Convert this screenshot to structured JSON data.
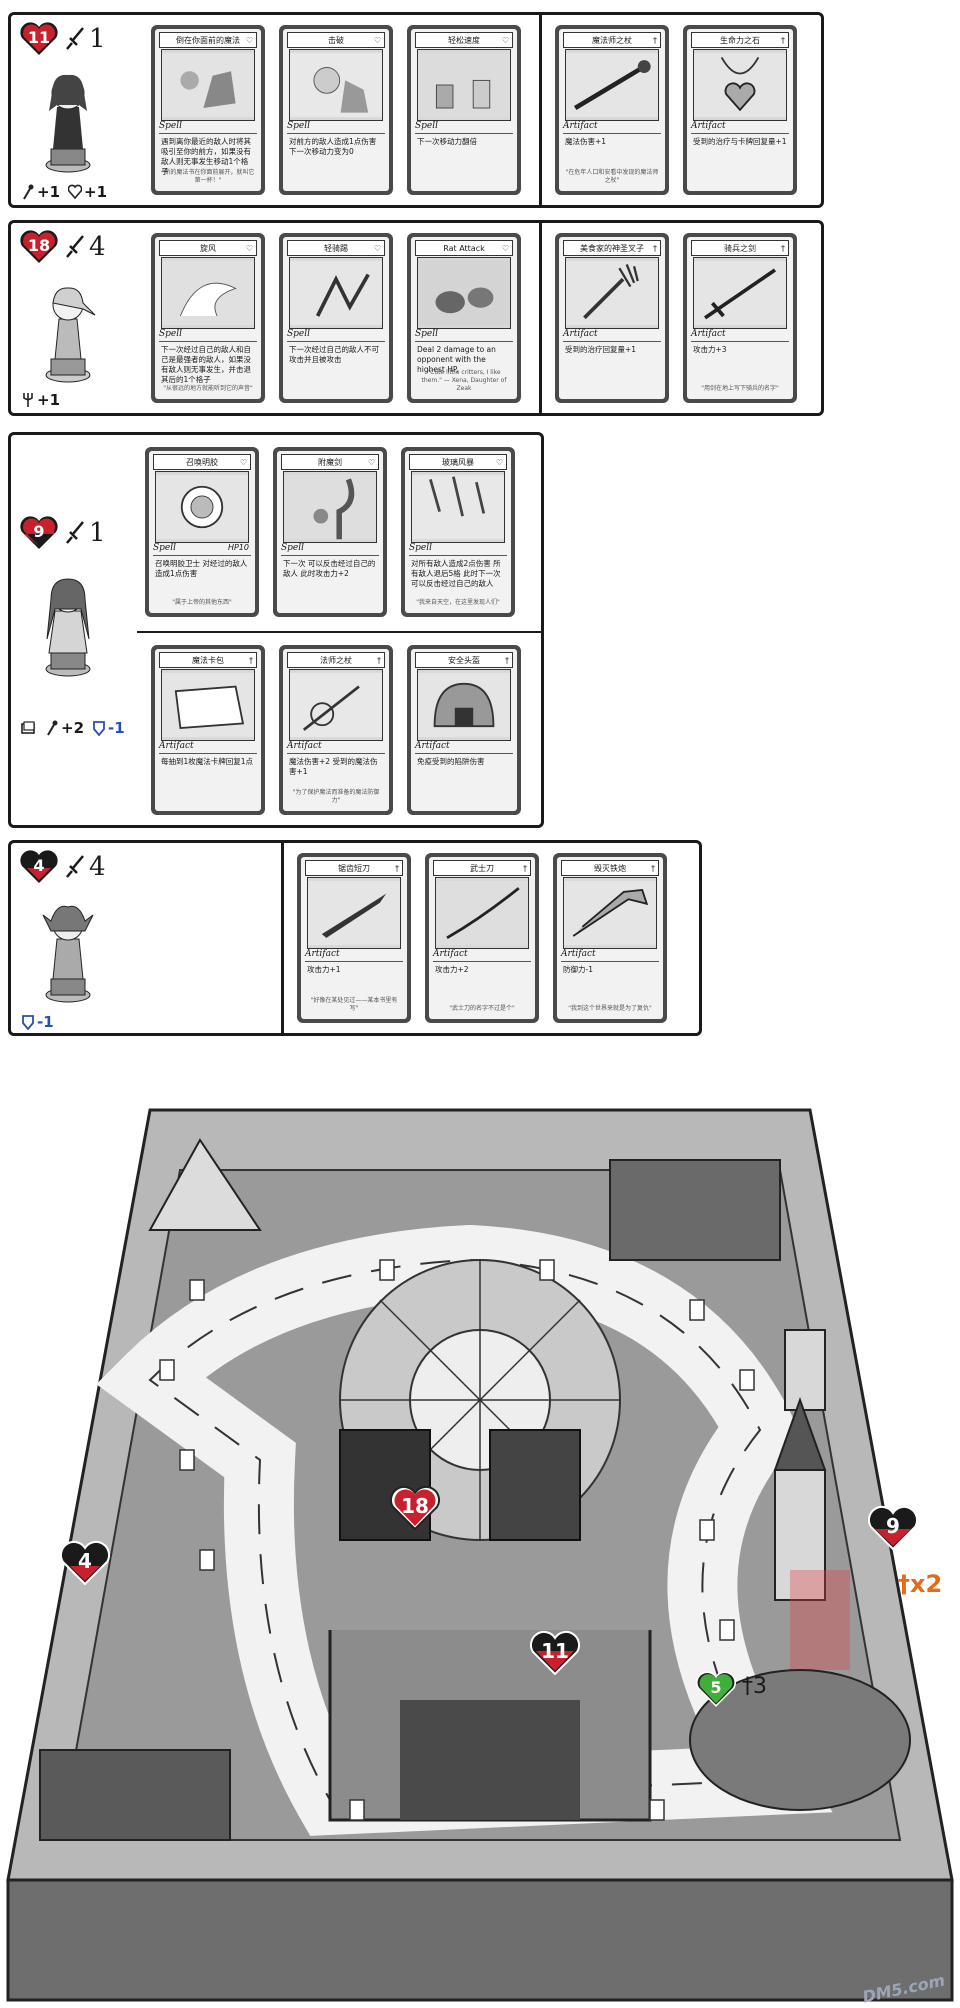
{
  "players": [
    {
      "hp": "11",
      "atk": "1",
      "bonuses": [
        {
          "icon": "wand-icon",
          "text": "+1"
        },
        {
          "icon": "heart-outline-icon",
          "text": "+1"
        }
      ],
      "spells": [
        {
          "title": "倒在你面前的魔法",
          "type": "Spell",
          "hp": "",
          "text": "遇到离你最近的敌人时将其吸引至你的前方，如果没有敌人则无事发生移动1个格子",
          "flavor": "\"新的魔法书在你面前展开，就叫它第一杯！\""
        },
        {
          "title": "击破",
          "type": "Spell",
          "hp": "",
          "text": "对前方的敌人造成1点伤害\n下一次移动力变为0",
          "flavor": ""
        },
        {
          "title": "轻松速度",
          "type": "Spell",
          "hp": "",
          "text": "下一次移动力翻倍",
          "flavor": ""
        }
      ],
      "artifacts": [
        {
          "title": "魔法师之杖",
          "type": "Artifact",
          "text": "魔法伤害+1",
          "flavor": "\"在危年人口和安看中发现的魔法师之杖\""
        },
        {
          "title": "生命力之石",
          "type": "Artifact",
          "text": "受到的治疗与卡牌回复量+1",
          "flavor": ""
        }
      ]
    },
    {
      "hp": "18",
      "atk": "4",
      "bonuses": [
        {
          "icon": "fork-icon",
          "text": "+1"
        }
      ],
      "spells": [
        {
          "title": "旋风",
          "type": "Spell",
          "hp": "",
          "text": "下一次经过自己的敌人和自己是最强者的敌人，如果没有敌人则无事发生，并击退其后的1个格子",
          "flavor": "\"从很远的地方就能听到它的声音\""
        },
        {
          "title": "轻骑踢",
          "type": "Spell",
          "hp": "",
          "text": "下一次经过自己的敌人不可攻击并且被攻击",
          "flavor": ""
        },
        {
          "title": "Rat Attack",
          "type": "Spell",
          "hp": "",
          "text": "Deal 2 damage to an opponent with the highest HP.",
          "flavor": "\"Cute little critters, I like them.\" — Xena, Daughter of Zeak"
        }
      ],
      "artifacts": [
        {
          "title": "美食家的神圣叉子",
          "type": "Artifact",
          "text": "受到的治疗回复量+1",
          "flavor": ""
        },
        {
          "title": "骑兵之剑",
          "type": "Artifact",
          "text": "攻击力+3",
          "flavor": "\"用剑在地上写下骑兵的名字\""
        }
      ]
    },
    {
      "hp": "9",
      "atk": "1",
      "bonuses": [
        {
          "icon": "card-icon",
          "text": ""
        },
        {
          "icon": "wand-icon",
          "text": "+2"
        },
        {
          "icon": "shield-icon",
          "text": "-1"
        }
      ],
      "spells": [
        {
          "title": "召唤明胶",
          "type": "Spell",
          "hp": "HP10",
          "text": "召唤明胶卫士\n对经过的敌人造成1点伤害",
          "flavor": "\"属于上帝的其他东西\""
        },
        {
          "title": "附魔剑",
          "type": "Spell",
          "hp": "",
          "text": "下一次\n可以反击经过自己的敌人\n此时攻击力+2",
          "flavor": ""
        },
        {
          "title": "玻璃风暴",
          "type": "Spell",
          "hp": "",
          "text": "对所有敌人造成2点伤害\n所有敌人退后5格\n此时下一次可以反击经过自己的敌人",
          "flavor": "\"我来自天空，在这里发现人们\""
        }
      ],
      "artifacts": [
        {
          "title": "魔法卡包",
          "type": "Artifact",
          "text": "每抽到1枚魔法卡牌回复1点",
          "flavor": ""
        },
        {
          "title": "法师之杖",
          "type": "Artifact",
          "text": "魔法伤害+2\n受到的魔法伤害+1",
          "flavor": "\"为了保护魔法而准备的魔法防御力\""
        },
        {
          "title": "安全头盔",
          "type": "Artifact",
          "text": "免疫受到的陷阱伤害",
          "flavor": ""
        }
      ]
    },
    {
      "hp": "4",
      "atk": "4",
      "bonuses": [
        {
          "icon": "shield-icon",
          "text": "-1"
        }
      ],
      "spells": [],
      "artifacts": [
        {
          "title": "锯齿短刀",
          "type": "Artifact",
          "text": "攻击力+1",
          "flavor": "\"好像在某处见过——某本书里有写\""
        },
        {
          "title": "武士刀",
          "type": "Artifact",
          "text": "攻击力+2",
          "flavor": "\"武士刀的名字不过是个\""
        },
        {
          "title": "毁灭铁炮",
          "type": "Artifact",
          "text": "防御力-1",
          "flavor": "\"我到这个世界来就是为了复仇\""
        }
      ]
    }
  ],
  "board": {
    "markers": [
      {
        "hp": "18"
      },
      {
        "hp": "4"
      },
      {
        "hp": "11"
      },
      {
        "hp": "9"
      }
    ],
    "multiplier": "x2",
    "slime_hp": "5",
    "slime_atk": "3",
    "watermark": "DM5.com"
  },
  "colors": {
    "heart": "#c8202c",
    "heart_dark": "#1a1a1a",
    "slime": "#3fae3a",
    "accent": "#e46a1c"
  }
}
